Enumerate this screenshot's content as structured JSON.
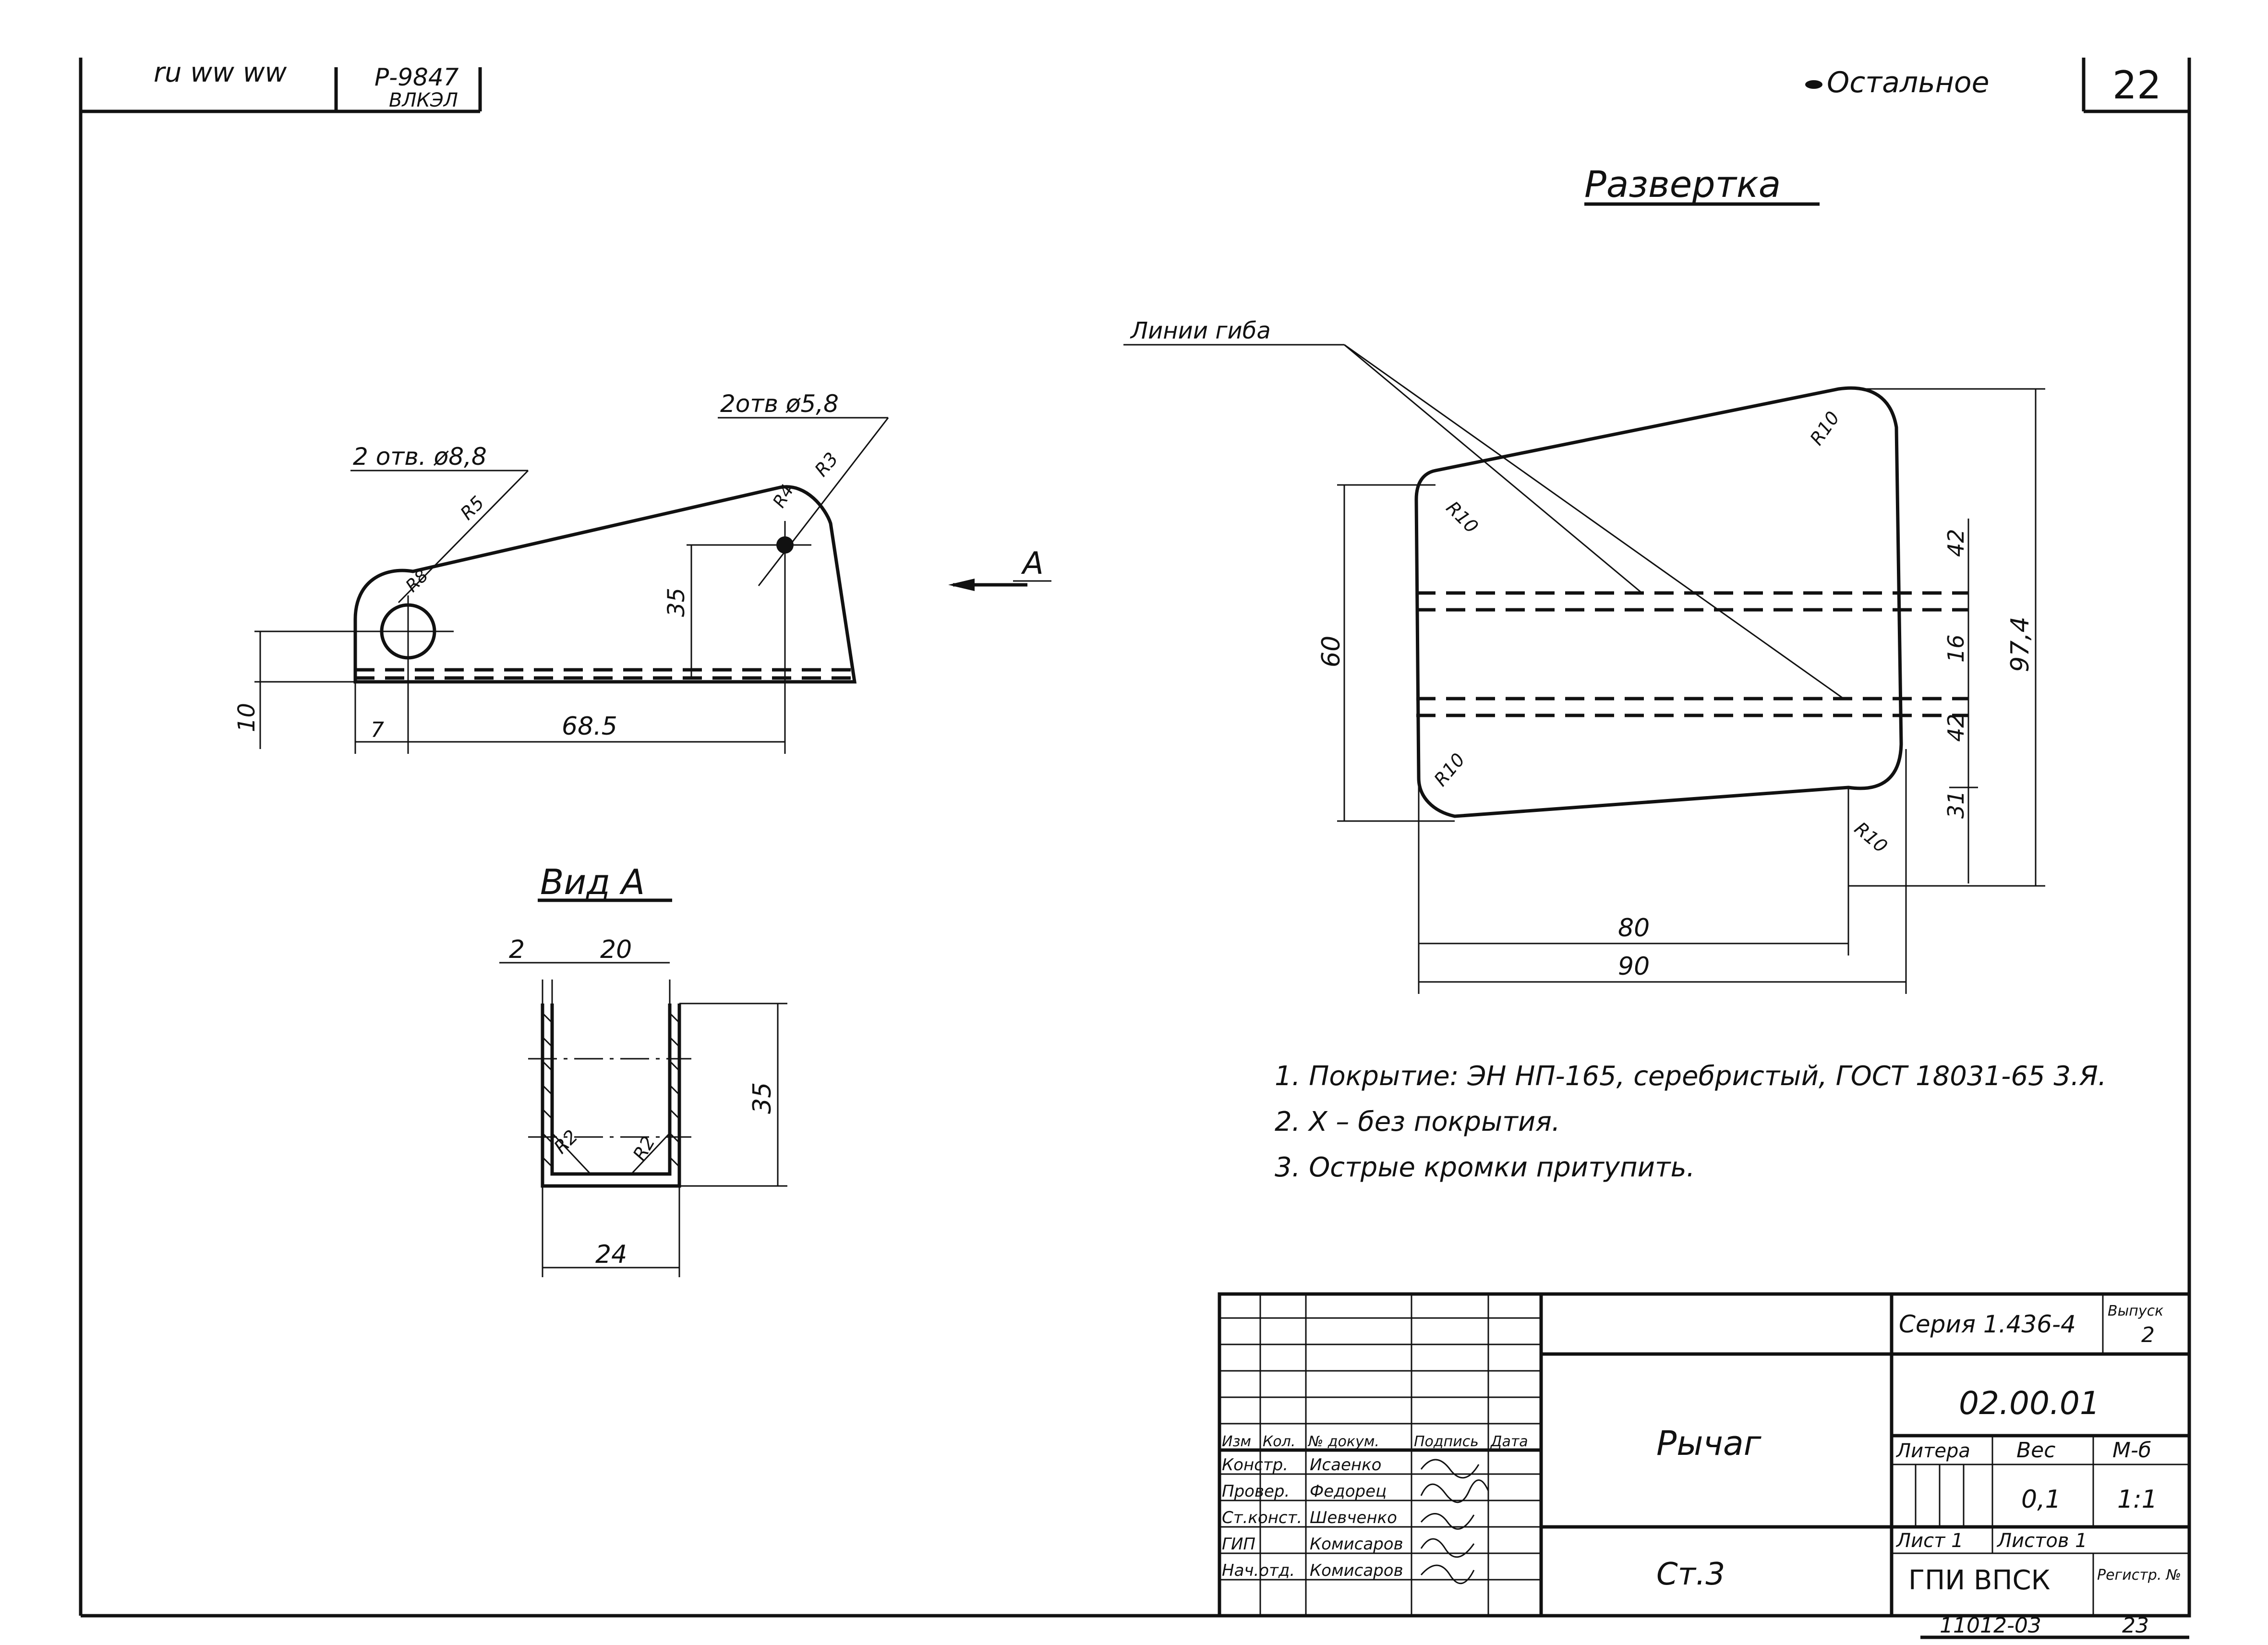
{
  "header": {
    "left_code_a": "ru ww ww",
    "left_code_b": "Р-9847",
    "left_code_c": "ВЛКЭЛ",
    "rest_label": "Остальное",
    "sheet_corner": "22"
  },
  "side_view": {
    "hole_callout_left": "2 отв. ø8,8",
    "hole_callout_right": "2отв ø5,8",
    "dim_height_35": "35",
    "dim_offset_10": "10",
    "dim_offset_7": "7",
    "dim_length_68_5": "68.5",
    "radius_5": "R5",
    "radius_3": "R3",
    "radius_4": "R4",
    "radius_8": "R8",
    "direction_label": "А"
  },
  "view_a": {
    "title": "Вид А",
    "dim_2": "2",
    "dim_20": "20",
    "dim_35": "35",
    "dim_24": "24",
    "radius_left": "R2",
    "radius_right": "R2"
  },
  "development": {
    "title": "Развертка",
    "bend_lines_label": "Линии гиба",
    "dim_60": "60",
    "dim_97_4": "97,4",
    "dim_42_top": "42",
    "dim_16": "16",
    "dim_42_bottom": "42",
    "dim_31": "31",
    "dim_80": "80",
    "dim_90": "90",
    "radius_tl": "R10",
    "radius_tr": "R10",
    "radius_bl": "R10",
    "radius_br": "R10"
  },
  "notes": [
    "1. Покрытие: ЭН НП-165, серебристый, ГОСТ 18031-65 3.Я.",
    "2. Х – без покрытия.",
    "3. Острые кромки притупить."
  ],
  "title_block": {
    "series": "Серия 1.436-4",
    "issue_label": "Выпуск",
    "issue_value": "2",
    "drawing_number": "02.00.01",
    "part_name": "Рычаг",
    "material": "Ст.3",
    "letter_label": "Литера",
    "mass_label": "Вес",
    "scale_label": "М-б",
    "mass_value": "0,1",
    "scale_value": "1:1",
    "sheet_label": "Лист 1",
    "sheets_label": "Листов 1",
    "org": "ГПИ ВПСК",
    "footer_number": "11012-03",
    "footer_sheet": "23",
    "corner_label": "Регистр. №",
    "staff_header": [
      "Изм",
      "Кол.",
      "№ докум.",
      "Подпись",
      "Дата"
    ],
    "staff_rows": [
      {
        "role": "Констр.",
        "name": "Исаенко"
      },
      {
        "role": "Провер.",
        "name": "Федорец"
      },
      {
        "role": "Ст.конст.",
        "name": "Шевченко"
      },
      {
        "role": "ГИП",
        "name": "Комисаров"
      },
      {
        "role": "Нач.отд.",
        "name": "Комисаров"
      }
    ]
  }
}
